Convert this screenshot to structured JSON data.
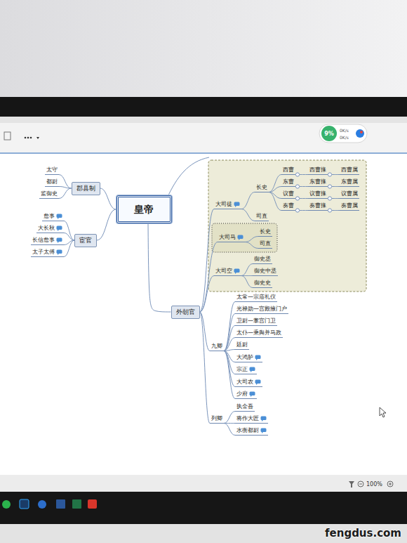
{
  "diagram": {
    "nodes": [
      {
        "text": [
          "皇帝"
        ]
      },
      {
        "text": [
          "郡县制"
        ]
      },
      {
        "text": [
          "太守"
        ]
      },
      {
        "text": [
          "都尉"
        ]
      },
      {
        "text": [
          "监御史"
        ]
      },
      {
        "text": [
          "宦官"
        ]
      },
      {
        "text": [
          "詹事"
        ]
      },
      {
        "text": [
          "大长秋"
        ]
      },
      {
        "text": [
          "长信詹事"
        ]
      },
      {
        "text": [
          "太子太傅"
        ]
      },
      {
        "text": [
          "外朝官"
        ]
      },
      {
        "text": [
          "大司徒"
        ]
      },
      {
        "text": [
          "长史"
        ]
      },
      {
        "text": [
          "西曹"
        ]
      },
      {
        "text": [
          "西曹掾"
        ]
      },
      {
        "text": [
          "西曹属"
        ]
      },
      {
        "text": [
          "东曹"
        ]
      },
      {
        "text": [
          "东曹掾"
        ]
      },
      {
        "text": [
          "东曹属"
        ]
      },
      {
        "text": [
          "议曹"
        ]
      },
      {
        "text": [
          "议曹掾"
        ]
      },
      {
        "text": [
          "议曹属"
        ]
      },
      {
        "text": [
          "奏曹"
        ]
      },
      {
        "text": [
          "奏曹掾"
        ]
      },
      {
        "text": [
          "奏曹属"
        ]
      },
      {
        "text": [
          "司直"
        ]
      },
      {
        "text": [
          "大司马"
        ]
      },
      {
        "text": [
          "长史"
        ]
      },
      {
        "text": [
          "司直"
        ]
      },
      {
        "text": [
          "大司空"
        ]
      },
      {
        "text": [
          "御史丞"
        ]
      },
      {
        "text": [
          "御史中丞"
        ]
      },
      {
        "text": [
          "御史史"
        ]
      },
      {
        "text": [
          "九卿"
        ]
      },
      {
        "text": [
          "太常—宗庙礼仪"
        ]
      },
      {
        "text": [
          "光禄勋—宫殿掖门户"
        ]
      },
      {
        "text": [
          "卫尉—掌宫门卫"
        ]
      },
      {
        "text": [
          "太仆—乘舆并马政"
        ]
      },
      {
        "text": [
          "廷尉"
        ]
      },
      {
        "text": [
          "大鸿胪"
        ]
      },
      {
        "text": [
          "宗正"
        ]
      },
      {
        "text": [
          "大司农"
        ]
      },
      {
        "text": [
          "少府"
        ]
      },
      {
        "text": [
          "列卿"
        ]
      },
      {
        "text": [
          "执金吾"
        ]
      },
      {
        "text": [
          "将作大匠"
        ]
      },
      {
        "text": [
          "水衡都尉"
        ]
      }
    ],
    "edges": [
      {
        "from": 0,
        "to": 1,
        "arrow": "none"
      },
      {
        "from": 1,
        "to": 2,
        "arrow": "none"
      },
      {
        "from": 1,
        "to": 3,
        "arrow": "none"
      },
      {
        "from": 1,
        "to": 4,
        "arrow": "none"
      },
      {
        "from": 0,
        "to": 5,
        "arrow": "none"
      },
      {
        "from": 5,
        "to": 6,
        "arrow": "none"
      },
      {
        "from": 5,
        "to": 7,
        "arrow": "none"
      },
      {
        "from": 5,
        "to": 8,
        "arrow": "none"
      },
      {
        "from": 5,
        "to": 9,
        "arrow": "none"
      },
      {
        "from": 0,
        "to": 10,
        "arrow": "none"
      },
      {
        "from": 10,
        "to": 11,
        "arrow": "none"
      },
      {
        "from": 11,
        "to": 12,
        "arrow": "none"
      },
      {
        "from": 12,
        "to": 13,
        "arrow": "none"
      },
      {
        "from": 13,
        "to": 14,
        "arrow": "none"
      },
      {
        "from": 14,
        "to": 15,
        "arrow": "none"
      },
      {
        "from": 12,
        "to": 16,
        "arrow": "none"
      },
      {
        "from": 16,
        "to": 17,
        "arrow": "none"
      },
      {
        "from": 17,
        "to": 18,
        "arrow": "none"
      },
      {
        "from": 12,
        "to": 19,
        "arrow": "none"
      },
      {
        "from": 19,
        "to": 20,
        "arrow": "none"
      },
      {
        "from": 20,
        "to": 21,
        "arrow": "none"
      },
      {
        "from": 12,
        "to": 22,
        "arrow": "none"
      },
      {
        "from": 22,
        "to": 23,
        "arrow": "none"
      },
      {
        "from": 23,
        "to": 24,
        "arrow": "none"
      },
      {
        "from": 11,
        "to": 25,
        "arrow": "none"
      },
      {
        "from": 10,
        "to": 26,
        "arrow": "none"
      },
      {
        "from": 26,
        "to": 27,
        "arrow": "none"
      },
      {
        "from": 26,
        "to": 28,
        "arrow": "none"
      },
      {
        "from": 10,
        "to": 29,
        "arrow": "none"
      },
      {
        "from": 29,
        "to": 30,
        "arrow": "none"
      },
      {
        "from": 29,
        "to": 31,
        "arrow": "none"
      },
      {
        "from": 29,
        "to": 32,
        "arrow": "none"
      },
      {
        "from": 10,
        "to": 33,
        "arrow": "none"
      },
      {
        "from": 33,
        "to": 34,
        "arrow": "none"
      },
      {
        "from": 33,
        "to": 35,
        "arrow": "none"
      },
      {
        "from": 33,
        "to": 36,
        "arrow": "none"
      },
      {
        "from": 33,
        "to": 37,
        "arrow": "none"
      },
      {
        "from": 33,
        "to": 38,
        "arrow": "none"
      },
      {
        "from": 33,
        "to": 39,
        "arrow": "none"
      },
      {
        "from": 33,
        "to": 40,
        "arrow": "none"
      },
      {
        "from": 33,
        "to": 41,
        "arrow": "none"
      },
      {
        "from": 33,
        "to": 42,
        "arrow": "none"
      },
      {
        "from": 10,
        "to": 43,
        "arrow": "none"
      },
      {
        "from": 43,
        "to": 44,
        "arrow": "none"
      },
      {
        "from": 43,
        "to": 45,
        "arrow": "none"
      },
      {
        "from": 43,
        "to": 46,
        "arrow": "none"
      }
    ],
    "labels": [
      "9%",
      "0K/s",
      "0K/s",
      "100%",
      "fengdus.com"
    ]
  }
}
